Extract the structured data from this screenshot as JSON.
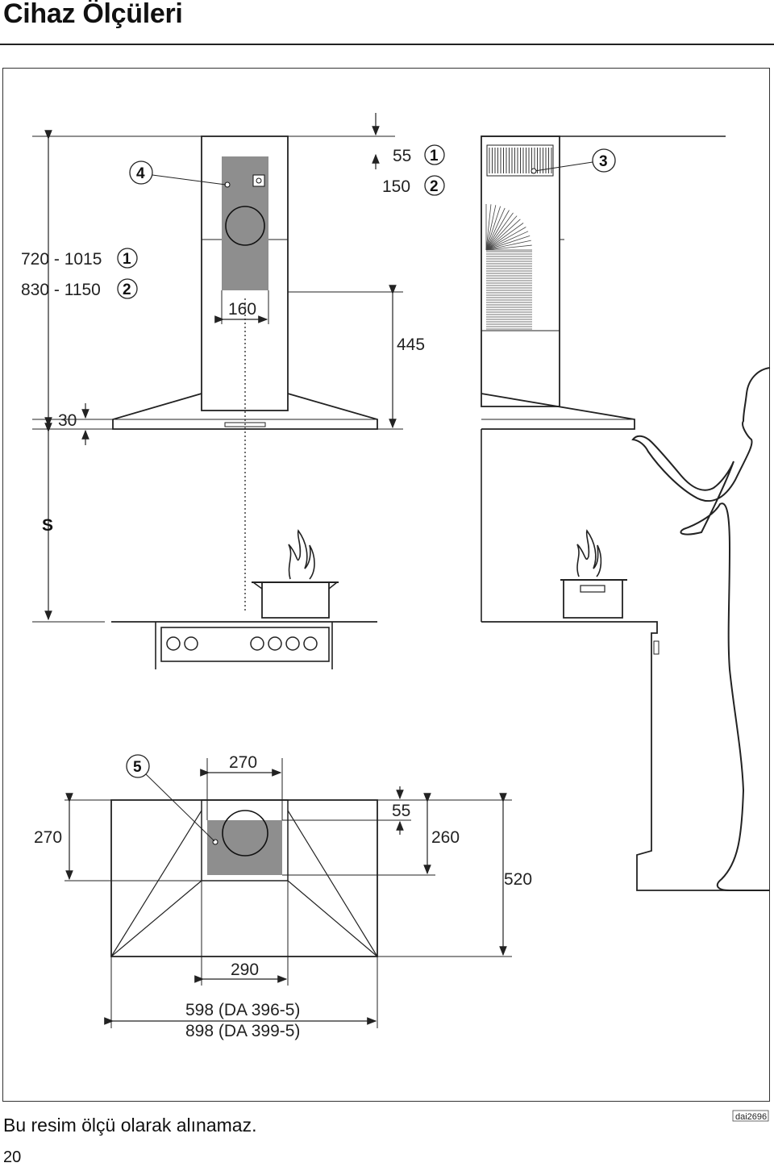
{
  "page": {
    "title": "Cihaz Ölçüleri",
    "caption": "Bu resim ölçü olarak alınamaz.",
    "page_number": "20",
    "figure_code": "dai2696"
  },
  "dimensions": {
    "top_55": "55",
    "top_150": "150",
    "height_range_1": "720 - 1015",
    "height_range_2": "830 - 1150",
    "chimney_width": "160",
    "chimney_height": "445",
    "canopy_thickness": "30",
    "s_label": "S",
    "plan_270_top": "270",
    "plan_270_left": "270",
    "plan_55": "55",
    "plan_260": "260",
    "plan_520": "520",
    "plan_290": "290",
    "plan_width_1": "598 (DA 396-5)",
    "plan_width_2": "898 (DA 399-5)"
  },
  "markers": {
    "m1": "1",
    "m2": "2",
    "m3": "3",
    "m4": "4",
    "m5": "5"
  }
}
